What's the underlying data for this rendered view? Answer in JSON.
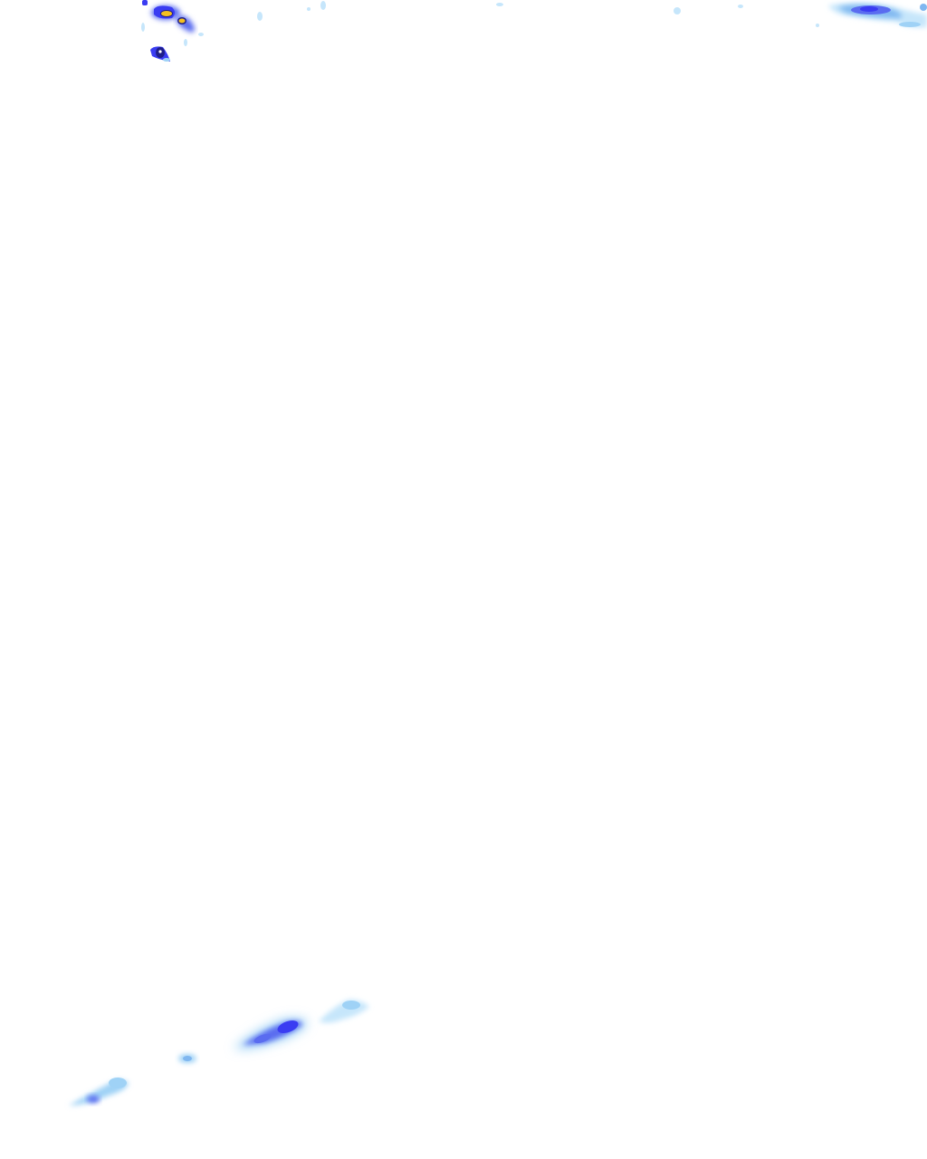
{
  "layer": {
    "kind": "precipitation-radar-overlay",
    "background": "#ffffff",
    "intensity_palette": {
      "light": "#c6e6fb",
      "light_mid": "#9fd2f6",
      "moderate": "#7fb7f0",
      "heavy": "#5a6cf0",
      "very_heavy": "#3a3cf2",
      "intense": "#1e1e8a",
      "extreme": "#f4c020",
      "core": "#ffffff"
    },
    "cells": [
      {
        "name": "cell-top-left-a",
        "peak": "extreme"
      },
      {
        "name": "cell-top-left-b",
        "peak": "extreme"
      },
      {
        "name": "cell-top-left-c",
        "peak": "intense"
      },
      {
        "name": "cell-top-left-scatter",
        "peak": "light"
      },
      {
        "name": "cell-top-center-scatter",
        "peak": "light"
      },
      {
        "name": "cell-top-right-band",
        "peak": "very_heavy"
      },
      {
        "name": "cell-bottom-band-main",
        "peak": "very_heavy"
      },
      {
        "name": "cell-bottom-band-east",
        "peak": "moderate"
      },
      {
        "name": "cell-bottom-band-small",
        "peak": "moderate"
      },
      {
        "name": "cell-bottom-band-west",
        "peak": "heavy"
      }
    ]
  }
}
